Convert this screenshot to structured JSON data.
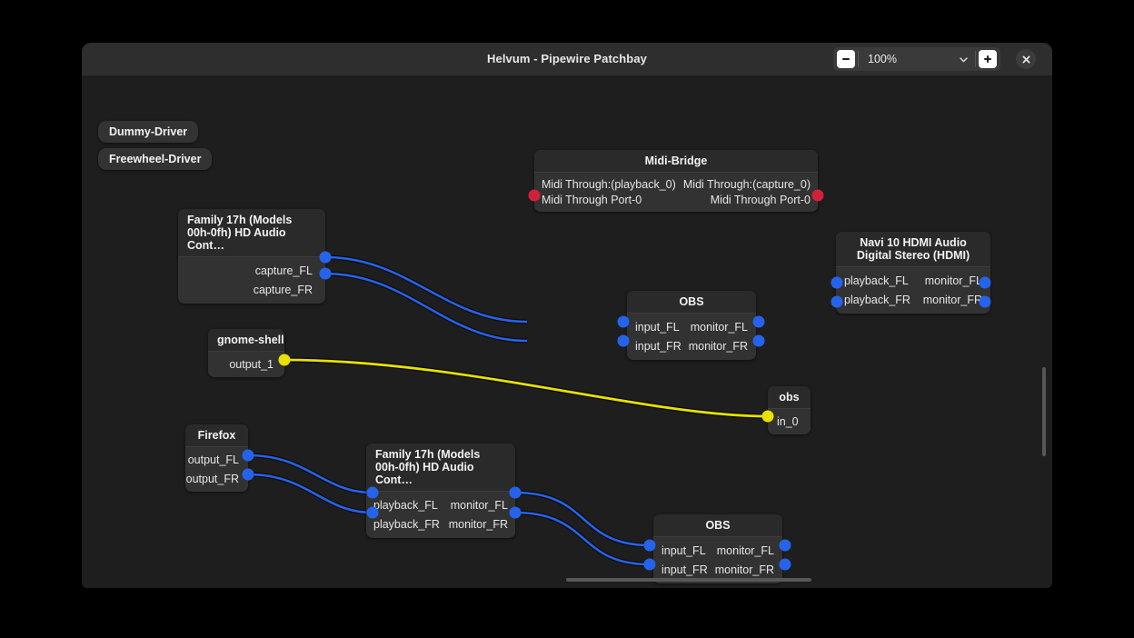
{
  "window": {
    "title": "Helvum - Pipewire Patchbay",
    "zoom_value": "100%",
    "zoom_out_icon": "minus-icon",
    "zoom_in_icon": "plus-icon",
    "zoom_dropdown_icon": "chevron-down-icon",
    "close_icon": "close-icon"
  },
  "colors": {
    "background": "#1e1e1e",
    "titlebar": "#2e2e2e",
    "node_body": "#323232",
    "node_header": "#2a2a2a",
    "audio_link": "#2563eb",
    "video_link": "#e8e000",
    "midi_link": "#d0213a"
  },
  "pills": [
    {
      "label": "Dummy-Driver"
    },
    {
      "label": "Freewheel-Driver"
    }
  ],
  "nodes": [
    {
      "id": "family17h-capture",
      "title": "Family 17h (Models 00h-0fh) HD Audio Cont…",
      "title_lines": [
        "Family 17h (Models",
        "00h-0fh) HD Audio Cont…"
      ],
      "outputs": [
        "capture_FL",
        "capture_FR"
      ],
      "inputs": []
    },
    {
      "id": "midi-bridge",
      "title": "Midi-Bridge",
      "title_lines": [
        "Midi-Bridge"
      ],
      "inputs": [
        "Midi Through:(playback_0)",
        "Midi Through Port-0"
      ],
      "outputs": [
        "Midi Through:(capture_0)",
        "Midi Through Port-0"
      ]
    },
    {
      "id": "obs-top",
      "title": "OBS",
      "title_lines": [
        "OBS"
      ],
      "inputs": [
        "input_FL",
        "input_FR"
      ],
      "outputs": [
        "monitor_FL",
        "monitor_FR"
      ]
    },
    {
      "id": "navi10-hdmi",
      "title": "Navi 10 HDMI Audio Digital Stereo (HDMI)",
      "title_lines": [
        "Navi 10 HDMI Audio",
        "Digital Stereo (HDMI)"
      ],
      "inputs": [
        "playback_FL",
        "playback_FR"
      ],
      "outputs": [
        "monitor_FL",
        "monitor_FR"
      ]
    },
    {
      "id": "gnome-shell",
      "title": "gnome-shell",
      "title_lines": [
        "gnome-shell"
      ],
      "inputs": [],
      "outputs": [
        "output_1"
      ]
    },
    {
      "id": "obs-small",
      "title": "obs",
      "title_lines": [
        "obs"
      ],
      "inputs": [
        "in_0"
      ],
      "outputs": []
    },
    {
      "id": "firefox",
      "title": "Firefox",
      "title_lines": [
        "Firefox"
      ],
      "inputs": [],
      "outputs": [
        "output_FL",
        "output_FR"
      ]
    },
    {
      "id": "family17h-playback",
      "title": "Family 17h (Models 00h-0fh) HD Audio Cont…",
      "title_lines": [
        "Family 17h (Models",
        "00h-0fh) HD Audio Cont…"
      ],
      "inputs": [
        "playback_FL",
        "playback_FR"
      ],
      "outputs": [
        "monitor_FL",
        "monitor_FR"
      ]
    },
    {
      "id": "obs-bottom",
      "title": "OBS",
      "title_lines": [
        "OBS"
      ],
      "inputs": [
        "input_FL",
        "input_FR"
      ],
      "outputs": [
        "monitor_FL",
        "monitor_FR"
      ]
    }
  ],
  "labels": {
    "dummy_driver": "Dummy-Driver",
    "freewheel_driver": "Freewheel-Driver",
    "f17h_cap_l1": "Family 17h (Models",
    "f17h_cap_l2": "00h-0fh) HD Audio Cont…",
    "capture_fl": "capture_FL",
    "capture_fr": "capture_FR",
    "midi_bridge": "Midi-Bridge",
    "midi_in_1": "Midi Through:(playback_0)",
    "midi_in_2": "Midi Through Port-0",
    "midi_out_1": "Midi Through:(capture_0)",
    "midi_out_2": "Midi Through Port-0",
    "obs": "OBS",
    "input_fl": "input_FL",
    "input_fr": "input_FR",
    "monitor_fl": "monitor_FL",
    "monitor_fr": "monitor_FR",
    "navi_l1": "Navi 10 HDMI Audio",
    "navi_l2": "Digital Stereo (HDMI)",
    "playback_fl": "playback_FL",
    "playback_fr": "playback_FR",
    "gnome_shell": "gnome-shell",
    "output_1": "output_1",
    "obs_lower": "obs",
    "in_0": "in_0",
    "firefox": "Firefox",
    "output_fl": "output_FL",
    "output_fr": "output_FR"
  }
}
